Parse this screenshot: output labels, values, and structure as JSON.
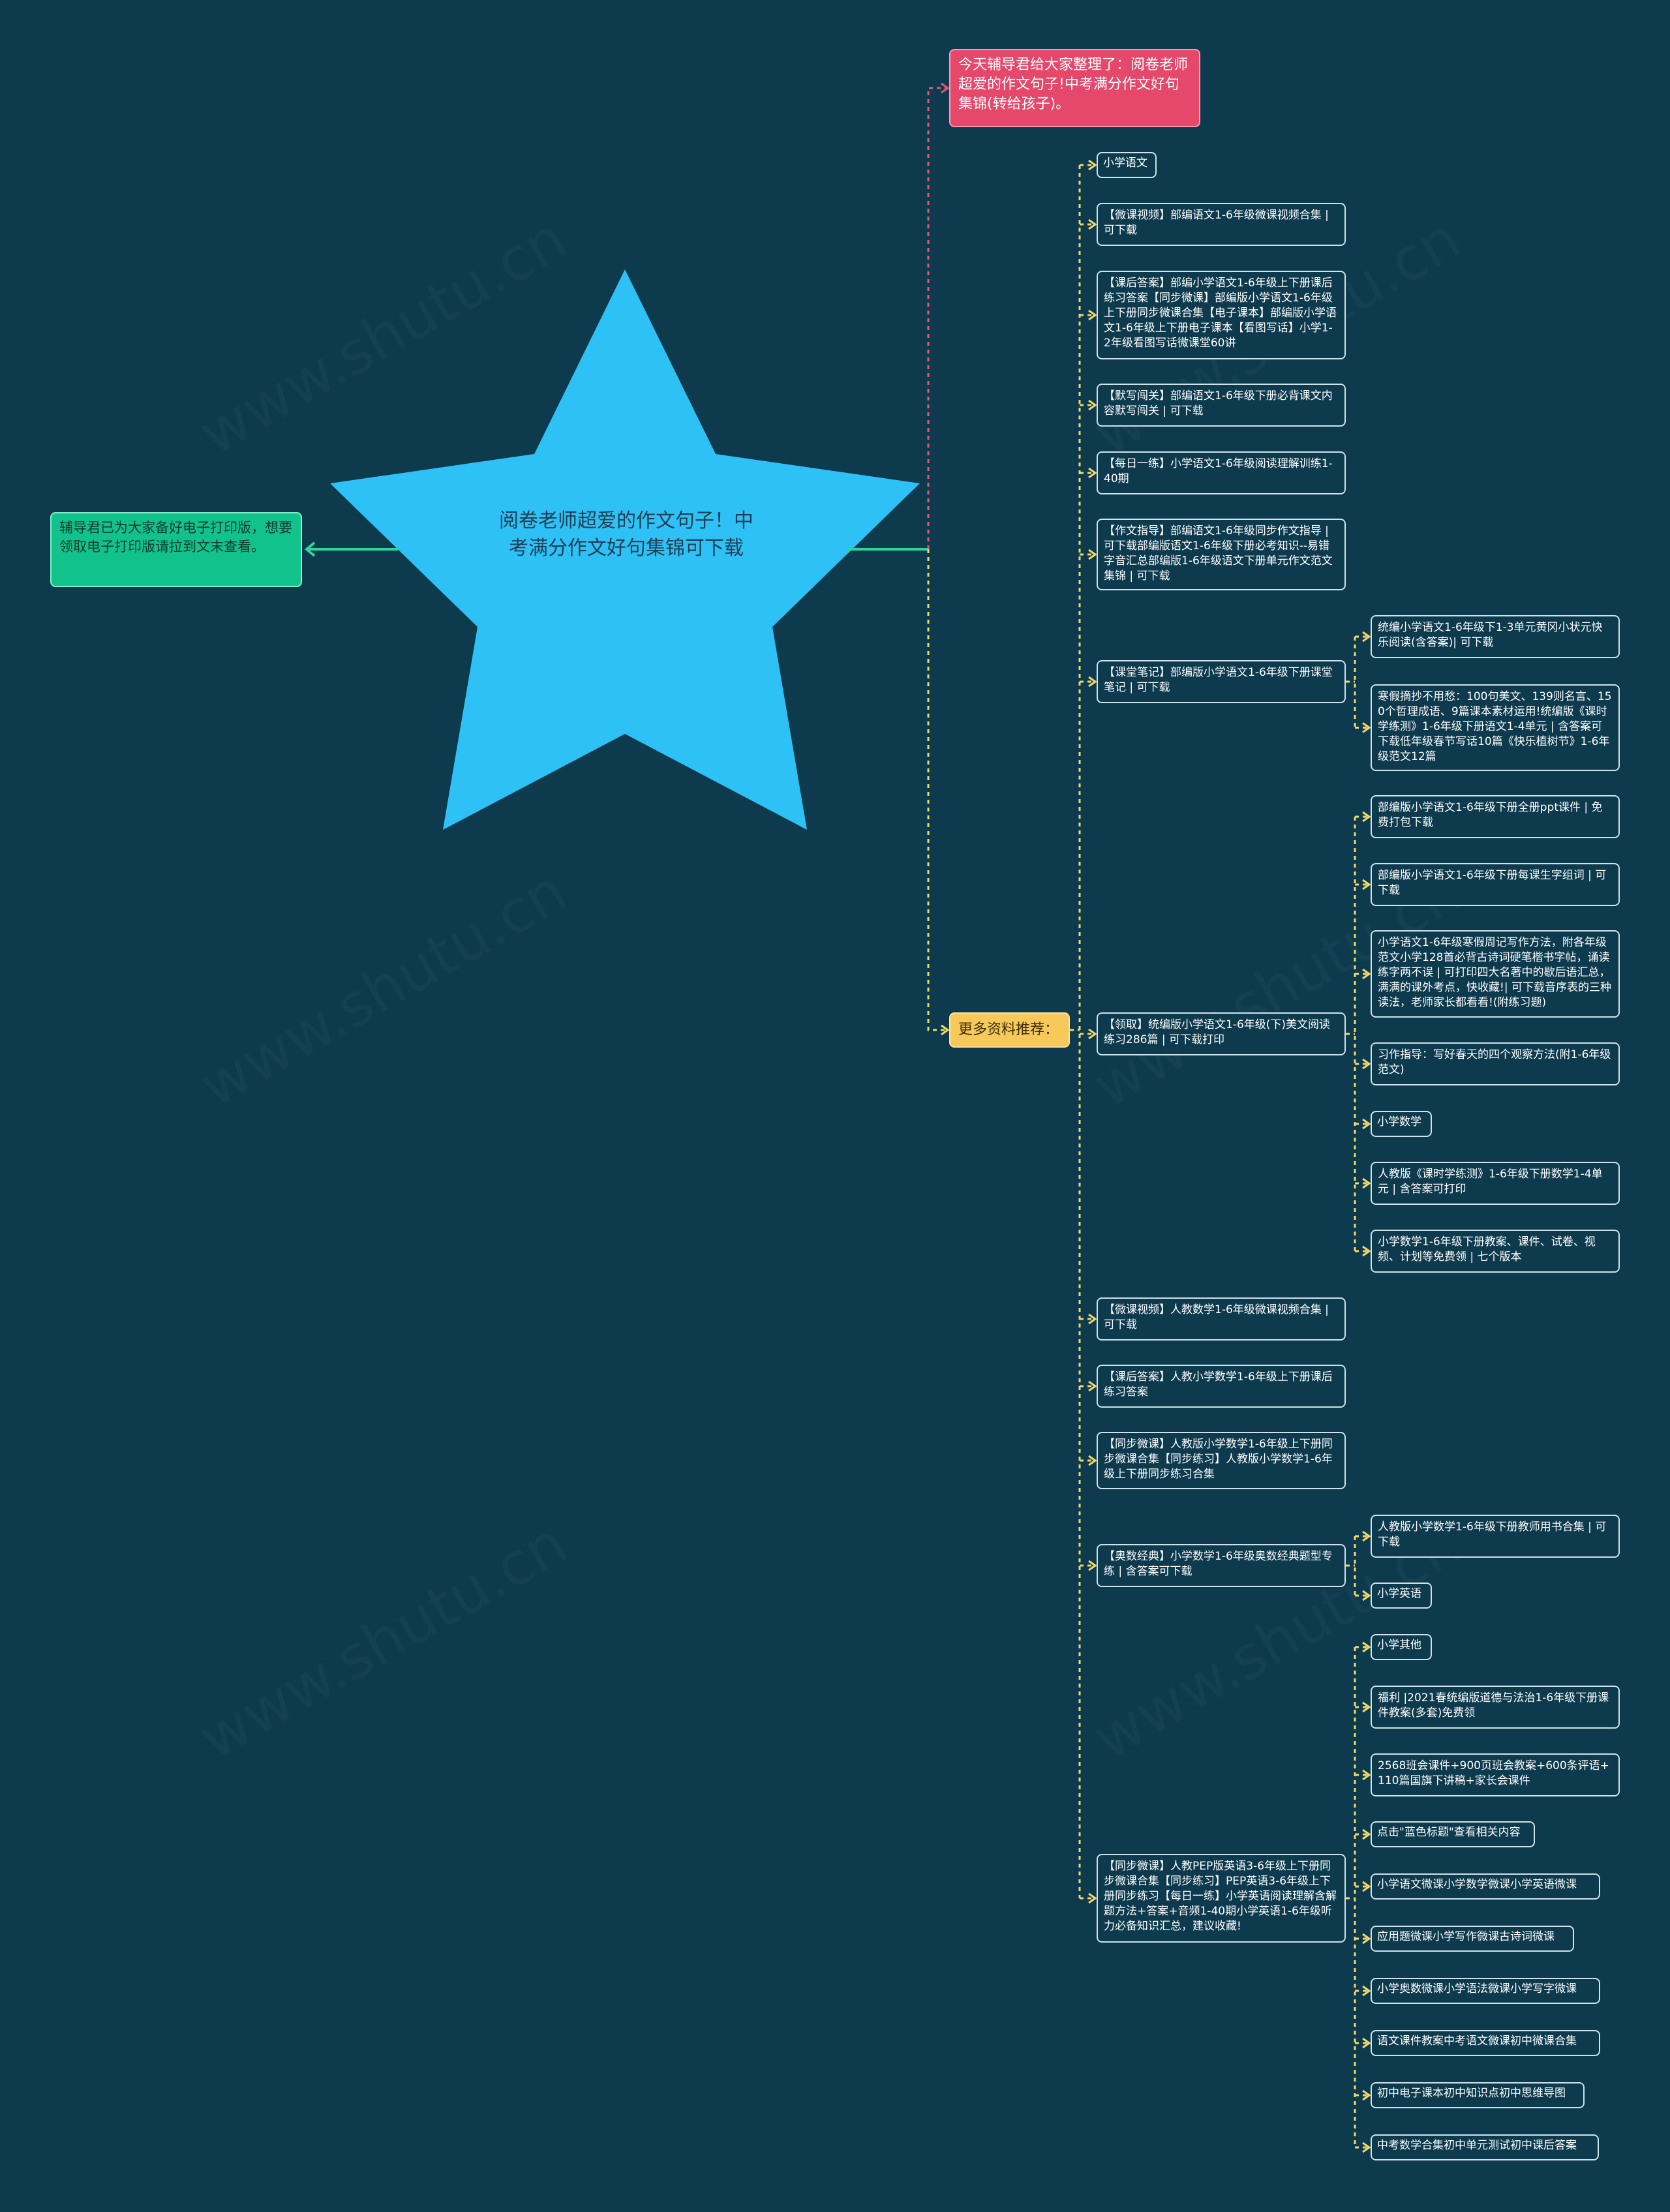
{
  "center": {
    "text": "阅卷老师超爱的作文句子！中考满分作文好句集锦可下载"
  },
  "left_note": {
    "text": "辅导君已为大家备好电子打印版，想要领取电子打印版请拉到文末查看。"
  },
  "top_note": {
    "text": "今天辅导君给大家整理了：阅卷老师超爱的作文句子!中考满分作文好句集锦(转给孩子)。"
  },
  "more": {
    "text": "更多资料推荐："
  },
  "level2": [
    "小学语文",
    "【微课视频】部编语文1-6年级微课视频合集 | 可下载",
    "【课后答案】部编小学语文1-6年级上下册课后练习答案【同步微课】部编版小学语文1-6年级上下册同步微课合集【电子课本】部编版小学语文1-6年级上下册电子课本【看图写话】小学1-2年级看图写话微课堂60讲",
    "【默写闯关】部编语文1-6年级下册必背课文内容默写闯关 | 可下载",
    "【每日一练】小学语文1-6年级阅读理解训练1-40期",
    "【作文指导】部编语文1-6年级同步作文指导 | 可下载部编版语文1-6年级下册必考知识--易错字音汇总部编版1-6年级语文下册单元作文范文集锦 |   可下载",
    "【课堂笔记】部编版小学语文1-6年级下册课堂笔记 | 可下载",
    "【领取】统编版小学语文1-6年级(下)美文阅读练习286篇 | 可下载打印",
    "【微课视频】人教数学1-6年级微课视频合集 | 可下载",
    "【课后答案】人教小学数学1-6年级上下册课后练习答案",
    "【同步微课】人教版小学数学1-6年级上下册同步微课合集【同步练习】人教版小学数学1-6年级上下册同步练习合集",
    "【奥数经典】小学数学1-6年级奥数经典题型专练 | 含答案可下载",
    "【同步微课】人教PEP版英语3-6年级上下册同步微课合集【同步练习】PEP英语3-6年级上下册同步练习【每日一练】小学英语阅读理解含解题方法+答案+音频1-40期小学英语1-6年级听力必备知识汇总，建议收藏!"
  ],
  "level3": [
    "统编小学语文1-6年级下1-3单元黄冈小状元快乐阅读(含答案)| 可下载",
    "寒假摘抄不用愁：100句美文、139则名言、150个哲理成语、9篇课本素材运用!统编版《课时学练测》1-6年级下册语文1-4单元 |   含答案可下载低年级春节写话10篇《快乐植树节》1-6年级范文12篇",
    "部编版小学语文1-6年级下册全册ppt课件 | 免费打包下载",
    "部编版小学语文1-6年级下册每课生字组词 | 可下载",
    "小学语文1-6年级寒假周记写作方法，附各年级范文小学128首必背古诗词硬笔楷书字帖，诵读练字两不误 |   可打印四大名著中的歇后语汇总，满满的课外考点，快收藏!| 可下载音序表的三种读法，老师家长都看看!(附练习题)",
    "习作指导：写好春天的四个观察方法(附1-6年级范文)",
    "小学数学",
    "人教版《课时学练测》1-6年级下册数学1-4单元 | 含答案可打印",
    "小学数学1-6年级下册教案、课件、试卷、视频、计划等免费领 | 七个版本",
    "人教版小学数学1-6年级下册教师用书合集 | 可下载",
    "小学英语",
    "小学其他",
    "福利 |2021春统编版道德与法治1-6年级下册课件教案(多套)免费领",
    "2568班会课件+900页班会教案+600条评语+110篇国旗下讲稿+家长会课件",
    "点击\"蓝色标题\"查看相关内容",
    "小学语文微课小学数学微课小学英语微课",
    "应用题微课小学写作微课古诗词微课",
    "小学奥数微课小学语法微课小学写字微课",
    "语文课件教案中考语文微课初中微课合集",
    "初中电子课本初中知识点初中思维导图",
    "中考数学合集初中单元测试初中课后答案"
  ],
  "colors": {
    "background": "#0d3a4d",
    "star": "#2ec1f5",
    "left_node": "#12c28c",
    "top_node": "#e5486b",
    "more_node": "#f7c95a",
    "connector_yellow": "#f3d86a",
    "connector_green": "#2fd69c",
    "connector_pink": "#e8577a"
  }
}
